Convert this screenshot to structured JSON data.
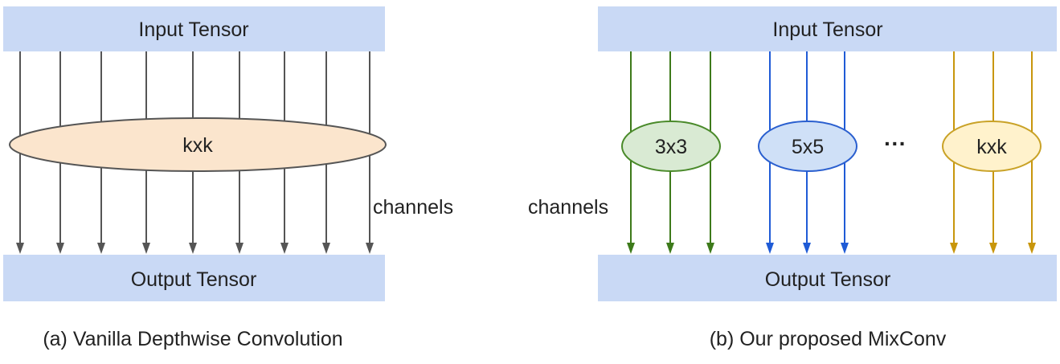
{
  "panel_a": {
    "input_label": "Input Tensor",
    "output_label": "Output Tensor",
    "kernel_label": "kxk",
    "channels_label": "channels",
    "caption": "(a) Vanilla Depthwise Convolution"
  },
  "panel_b": {
    "input_label": "Input Tensor",
    "output_label": "Output Tensor",
    "channels_label": "channels",
    "ellipsis": "···",
    "caption": "(b) Our proposed MixConv",
    "groups": [
      {
        "kernel_label": "3x3",
        "line_color": "#3d7a1a",
        "fill": "#d9ead3",
        "stroke": "#4a8a2a"
      },
      {
        "kernel_label": "5x5",
        "line_color": "#1f5bd6",
        "fill": "#cfe0f7",
        "stroke": "#2a5fcf"
      },
      {
        "kernel_label": "kxk",
        "line_color": "#c8960c",
        "fill": "#fff2cc",
        "stroke": "#c9a227"
      }
    ]
  },
  "colors": {
    "tensor_fill": "#c9d9f5",
    "vanilla_line": "#555555",
    "vanilla_ellipse_fill": "#fbe5cd",
    "vanilla_ellipse_stroke": "#555555"
  }
}
